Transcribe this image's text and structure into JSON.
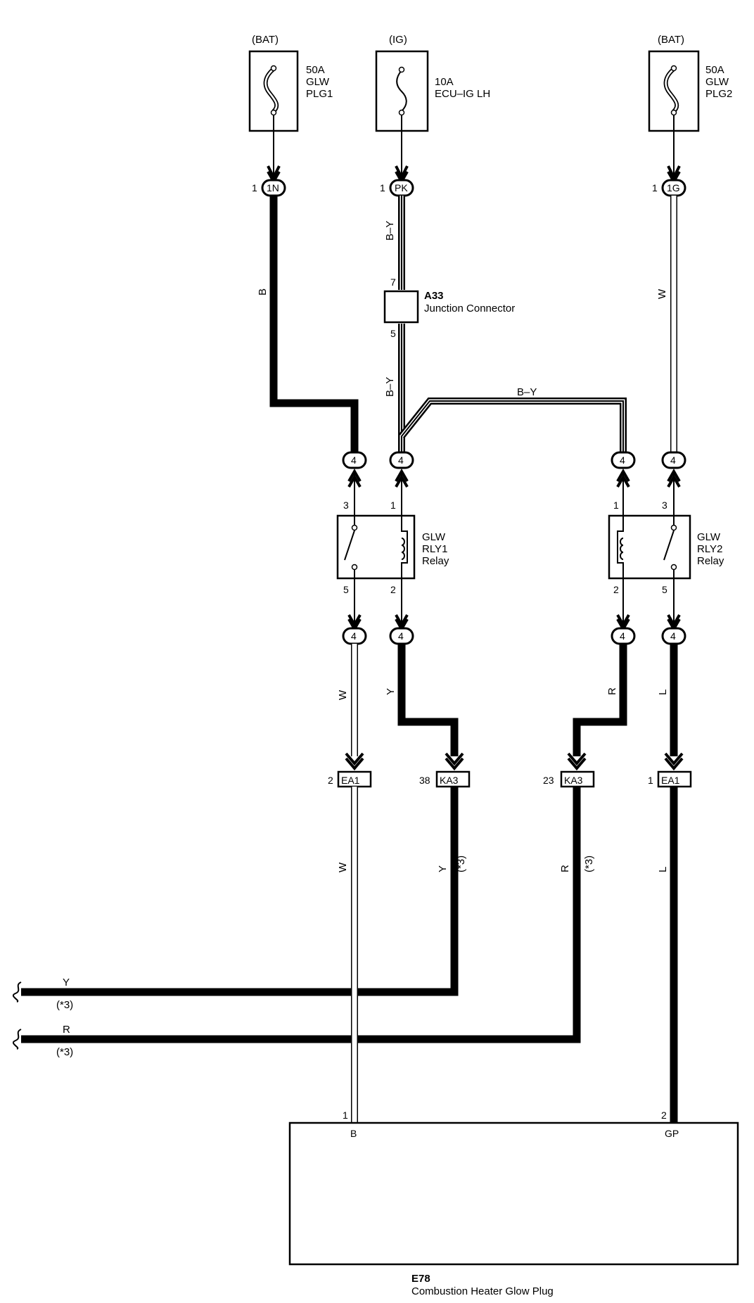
{
  "fuses": {
    "plg1": {
      "source": "(BAT)",
      "rating": "50A",
      "name1": "GLW",
      "name2": "PLG1"
    },
    "ecu": {
      "source": "(IG)",
      "rating": "10A",
      "name1": "ECU–IG LH"
    },
    "plg2": {
      "source": "(BAT)",
      "rating": "50A",
      "name1": "GLW",
      "name2": "PLG2"
    }
  },
  "top_connectors": {
    "c1n": {
      "pin": "1",
      "code": "1N"
    },
    "cpk": {
      "pin": "1",
      "code": "PK"
    },
    "c1g": {
      "pin": "1",
      "code": "1G"
    }
  },
  "junction": {
    "code": "A33",
    "name": "Junction Connector",
    "pin_in": "7",
    "pin_out": "5"
  },
  "relay_connector_code": "4",
  "relays": {
    "rly1": {
      "name1": "GLW",
      "name2": "RLY1",
      "name3": "Relay",
      "pin_sw_in": "3",
      "pin_coil_in": "1",
      "pin_sw_out": "5",
      "pin_coil_out": "2"
    },
    "rly2": {
      "name1": "GLW",
      "name2": "RLY2",
      "name3": "Relay",
      "pin_coil_in": "1",
      "pin_sw_in": "3",
      "pin_coil_out": "2",
      "pin_sw_out": "5"
    }
  },
  "mid_connectors": {
    "ea1_left": {
      "pin": "2",
      "code": "EA1"
    },
    "ka3_38": {
      "pin": "38",
      "code": "KA3"
    },
    "ka3_23": {
      "pin": "23",
      "code": "KA3"
    },
    "ea1_right": {
      "pin": "1",
      "code": "EA1"
    }
  },
  "wire_colors": {
    "b": "B",
    "by_upper": "B–Y",
    "by_lower": "B–Y",
    "by_cross": "B–Y",
    "w_right": "W",
    "w_left": "W",
    "y": "Y",
    "r": "R",
    "l": "L",
    "w_low": "W",
    "y_low": "Y",
    "r_low": "R",
    "l_low": "L"
  },
  "notes": {
    "star3_a": "(*3)",
    "star3_b": "(*3)"
  },
  "left_wires": {
    "y": {
      "color": "Y",
      "note": "(*3)"
    },
    "r": {
      "color": "R",
      "note": "(*3)"
    }
  },
  "component": {
    "code": "E78",
    "name": "Combustion Heater Glow Plug",
    "pin_b_num": "1",
    "pin_b_name": "B",
    "pin_gp_num": "2",
    "pin_gp_name": "GP"
  }
}
